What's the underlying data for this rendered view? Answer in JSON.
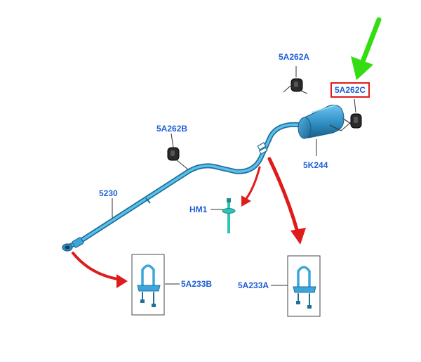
{
  "diagram": {
    "labels": {
      "hanger_top": "5A262A",
      "hanger_highlighted": "5A262C",
      "hanger_mid": "5A262B",
      "muffler": "5K244",
      "pipe": "5230",
      "clamp_item": "HM1",
      "bracket_left": "5A233B",
      "bracket_right": "5A233A"
    },
    "colors": {
      "label_text": "#1f5fd6",
      "pipe": "#3aa6dc",
      "pipe_dark": "#1f6f99",
      "rubber": "#222222",
      "callout_arrow": "#e01b1b",
      "pointer_arrow": "#33dd11",
      "highlight_border": "#e01b1b",
      "clamp": "#2fc2b8",
      "leader_line": "#333333"
    },
    "icons": [
      "rubber-hanger-icon",
      "u-bolt-bracket-icon",
      "clamp-fastener-icon",
      "red-callout-arrow-icon",
      "green-pointer-arrow-icon"
    ]
  }
}
